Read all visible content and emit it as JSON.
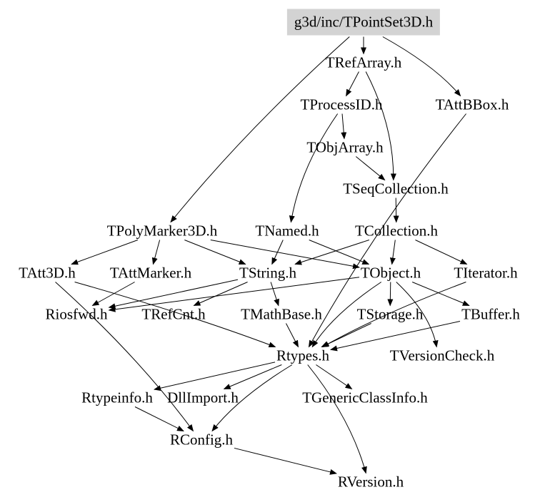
{
  "graph": {
    "title": "g3d/inc/TPointSet3D.h",
    "nodes": [
      {
        "id": "root",
        "label": "g3d/inc/TPointSet3D.h",
        "root": true
      },
      {
        "id": "TRefArray",
        "label": "TRefArray.h"
      },
      {
        "id": "TProcessID",
        "label": "TProcessID.h"
      },
      {
        "id": "TAttBBox",
        "label": "TAttBBox.h"
      },
      {
        "id": "TObjArray",
        "label": "TObjArray.h"
      },
      {
        "id": "TSeqCollection",
        "label": "TSeqCollection.h"
      },
      {
        "id": "TPolyMarker3D",
        "label": "TPolyMarker3D.h"
      },
      {
        "id": "TNamed",
        "label": "TNamed.h"
      },
      {
        "id": "TCollection",
        "label": "TCollection.h"
      },
      {
        "id": "TAtt3D",
        "label": "TAtt3D.h"
      },
      {
        "id": "TAttMarker",
        "label": "TAttMarker.h"
      },
      {
        "id": "TString",
        "label": "TString.h"
      },
      {
        "id": "TObject",
        "label": "TObject.h"
      },
      {
        "id": "TIterator",
        "label": "TIterator.h"
      },
      {
        "id": "Riosfwd",
        "label": "Riosfwd.h"
      },
      {
        "id": "TRefCnt",
        "label": "TRefCnt.h"
      },
      {
        "id": "TMathBase",
        "label": "TMathBase.h"
      },
      {
        "id": "TStorage",
        "label": "TStorage.h"
      },
      {
        "id": "TBuffer",
        "label": "TBuffer.h"
      },
      {
        "id": "Rtypes",
        "label": "Rtypes.h"
      },
      {
        "id": "TVersionCheck",
        "label": "TVersionCheck.h"
      },
      {
        "id": "Rtypeinfo",
        "label": "Rtypeinfo.h"
      },
      {
        "id": "DllImport",
        "label": "DllImport.h"
      },
      {
        "id": "TGenericClassInfo",
        "label": "TGenericClassInfo.h"
      },
      {
        "id": "RConfig",
        "label": "RConfig.h"
      },
      {
        "id": "RVersion",
        "label": "RVersion.h"
      }
    ],
    "edges": [
      [
        "root",
        "TRefArray"
      ],
      [
        "root",
        "TAttBBox"
      ],
      [
        "root",
        "TPolyMarker3D"
      ],
      [
        "TRefArray",
        "TProcessID"
      ],
      [
        "TRefArray",
        "TSeqCollection"
      ],
      [
        "TProcessID",
        "TObjArray"
      ],
      [
        "TProcessID",
        "TNamed"
      ],
      [
        "TObjArray",
        "TSeqCollection"
      ],
      [
        "TSeqCollection",
        "TCollection"
      ],
      [
        "TPolyMarker3D",
        "TAtt3D"
      ],
      [
        "TPolyMarker3D",
        "TAttMarker"
      ],
      [
        "TPolyMarker3D",
        "TString"
      ],
      [
        "TPolyMarker3D",
        "TObject"
      ],
      [
        "TNamed",
        "TString"
      ],
      [
        "TNamed",
        "TObject"
      ],
      [
        "TCollection",
        "TObject"
      ],
      [
        "TCollection",
        "TIterator"
      ],
      [
        "TCollection",
        "TString"
      ],
      [
        "TString",
        "Riosfwd"
      ],
      [
        "TString",
        "TRefCnt"
      ],
      [
        "TString",
        "TMathBase"
      ],
      [
        "TObject",
        "Riosfwd"
      ],
      [
        "TObject",
        "TStorage"
      ],
      [
        "TObject",
        "TBuffer"
      ],
      [
        "TObject",
        "TVersionCheck"
      ],
      [
        "TObject",
        "Rtypes"
      ],
      [
        "TAttMarker",
        "Riosfwd"
      ],
      [
        "TAtt3D",
        "Rtypes"
      ],
      [
        "TAtt3D",
        "RConfig"
      ],
      [
        "TMathBase",
        "Rtypes"
      ],
      [
        "TStorage",
        "Rtypes"
      ],
      [
        "TBuffer",
        "Rtypes"
      ],
      [
        "TIterator",
        "Rtypes"
      ],
      [
        "TAttBBox",
        "Rtypes"
      ],
      [
        "Rtypes",
        "Rtypeinfo"
      ],
      [
        "Rtypes",
        "DllImport"
      ],
      [
        "Rtypes",
        "TGenericClassInfo"
      ],
      [
        "Rtypes",
        "RConfig"
      ],
      [
        "Rtypes",
        "RVersion"
      ],
      [
        "Rtypeinfo",
        "RConfig"
      ],
      [
        "RConfig",
        "RVersion"
      ]
    ]
  }
}
